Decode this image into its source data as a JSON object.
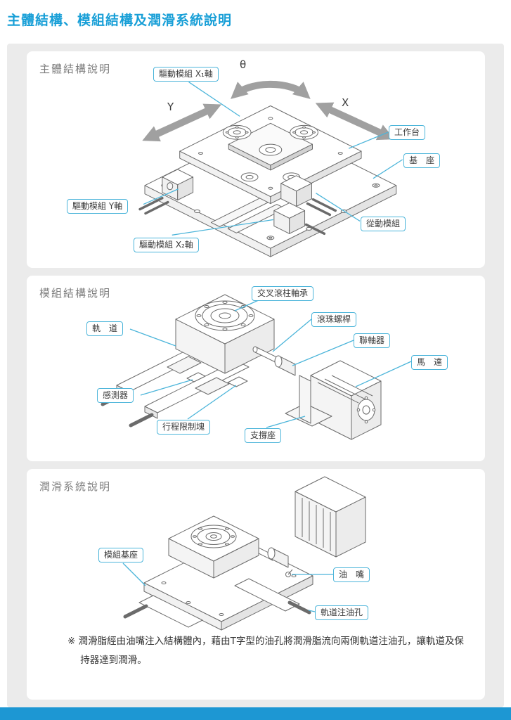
{
  "page": {
    "title": "主體結構、模組結構及潤滑系統說明",
    "accent_color": "#189fd7",
    "label_border_color": "#4cb5da",
    "footer_bar_color": "#1d97d3"
  },
  "panel_main": {
    "title": "主體結構說明",
    "labels": {
      "theta_axis": "θ",
      "y_axis": "Y",
      "x_axis": "X",
      "drive_module_x1": "驅動模組 X₁軸",
      "worktable": "工作台",
      "base": "基　座",
      "drive_module_y": "驅動模組 Y軸",
      "driven_module": "從動模組",
      "drive_module_x2": "驅動模組 X₂軸"
    }
  },
  "panel_module": {
    "title": "模組結構說明",
    "labels": {
      "cross_roller_bearing": "交叉滾柱軸承",
      "ball_screw": "滾珠螺桿",
      "coupling": "聯軸器",
      "motor": "馬　達",
      "rail": "軌　道",
      "sensor": "感測器",
      "stroke_limit_block": "行程限制塊",
      "support_seat": "支撐座"
    }
  },
  "panel_lubrication": {
    "title": "潤滑系統說明",
    "labels": {
      "module_base": "模組基座",
      "oil_nipple": "油　嘴",
      "rail_oil_hole": "軌道注油孔"
    },
    "note": "※ 潤滑脂經由油嘴注入結構體內，藉由T字型的油孔將潤滑脂流向兩側軌道注油孔，讓軌道及保持器達到潤滑。"
  }
}
